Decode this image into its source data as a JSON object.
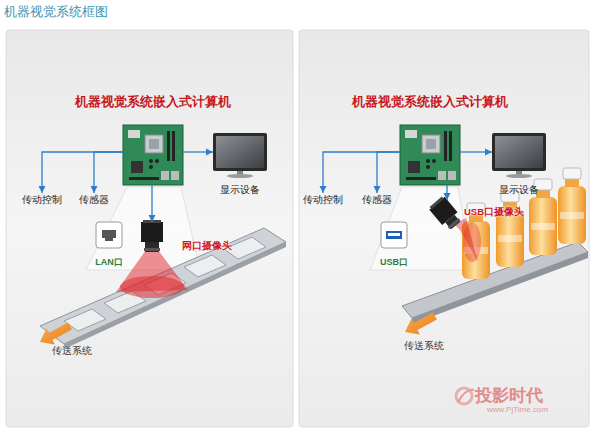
{
  "diagram": {
    "title": "机器视觉系统框图",
    "nodes": [
      {
        "text": [
          "机器视觉系统嵌入式计算机"
        ]
      },
      {
        "text": [
          "传动控制"
        ]
      },
      {
        "text": [
          "传感器"
        ]
      },
      {
        "text": [
          "显示设备"
        ]
      },
      {
        "text": [
          "LAN口"
        ]
      },
      {
        "text": [
          "网口摄像头"
        ]
      },
      {
        "text": [
          "机器视觉系统嵌入式计算机"
        ]
      },
      {
        "text": [
          "传动控制"
        ]
      },
      {
        "text": [
          "传感器"
        ]
      },
      {
        "text": [
          "显示设备"
        ]
      },
      {
        "text": [
          "USB口"
        ]
      },
      {
        "text": [
          "USB口摄像头"
        ]
      }
    ],
    "edges": [
      {
        "from": 0,
        "to": 1,
        "arrow": "to"
      },
      {
        "from": 0,
        "to": 2,
        "arrow": "to"
      },
      {
        "from": 0,
        "to": 3,
        "arrow": "to"
      },
      {
        "from": 0,
        "to": 5,
        "arrow": "to"
      },
      {
        "from": 6,
        "to": 7,
        "arrow": "to"
      },
      {
        "from": 6,
        "to": 8,
        "arrow": "to"
      },
      {
        "from": 6,
        "to": 9,
        "arrow": "to"
      },
      {
        "from": 6,
        "to": 11,
        "arrow": "to"
      }
    ],
    "labels": [
      "传送系统",
      "传送系统",
      "投影时代",
      "www.PjTime.com"
    ]
  }
}
